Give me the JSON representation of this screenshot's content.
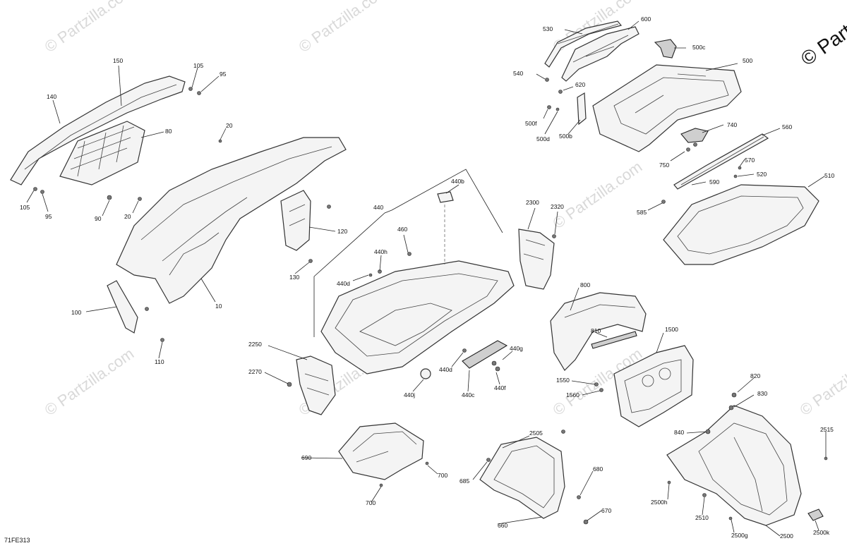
{
  "watermark": "© Partzilla.com",
  "corner_mark": "© Partz",
  "diagram_code": "71FE313",
  "callouts": {
    "c530": "530",
    "c600": "600",
    "c500c": "500c",
    "c500": "500",
    "c540": "540",
    "c620": "620",
    "c500f": "500f",
    "c500d": "500d",
    "c500b": "500b",
    "c740": "740",
    "c560": "560",
    "c750": "750",
    "c570": "570",
    "c520": "520",
    "c510": "510",
    "c590": "590",
    "c585": "585",
    "c150": "150",
    "c105a": "105",
    "c95a": "95",
    "c140": "140",
    "c80": "80",
    "c20a": "20",
    "c105b": "105",
    "c95b": "95",
    "c90": "90",
    "c20b": "20",
    "c120": "120",
    "c130": "130",
    "c10": "10",
    "c100": "100",
    "c110": "110",
    "c440b": "440b",
    "c440": "440",
    "c460": "460",
    "c440h": "440h",
    "c440d": "440d",
    "c2300": "2300",
    "c2320": "2320",
    "c2250": "2250",
    "c2270": "2270",
    "c440dd": "440d",
    "c440g": "440g",
    "c440j": "440j",
    "c440c": "440c",
    "c440f": "440f",
    "c800": "800",
    "c810": "810",
    "c1500": "1500",
    "c1550": "1550",
    "c1560": "1560",
    "c820": "820",
    "c830": "830",
    "c840": "840",
    "c2515": "2515",
    "c2505": "2505",
    "c690": "690",
    "c700a": "700",
    "c700b": "700",
    "c685": "685",
    "c680": "680",
    "c670": "670",
    "c660": "660",
    "c2500h": "2500h",
    "c2510": "2510",
    "c2500g": "2500g",
    "c2500": "2500",
    "c2500k": "2500k"
  }
}
